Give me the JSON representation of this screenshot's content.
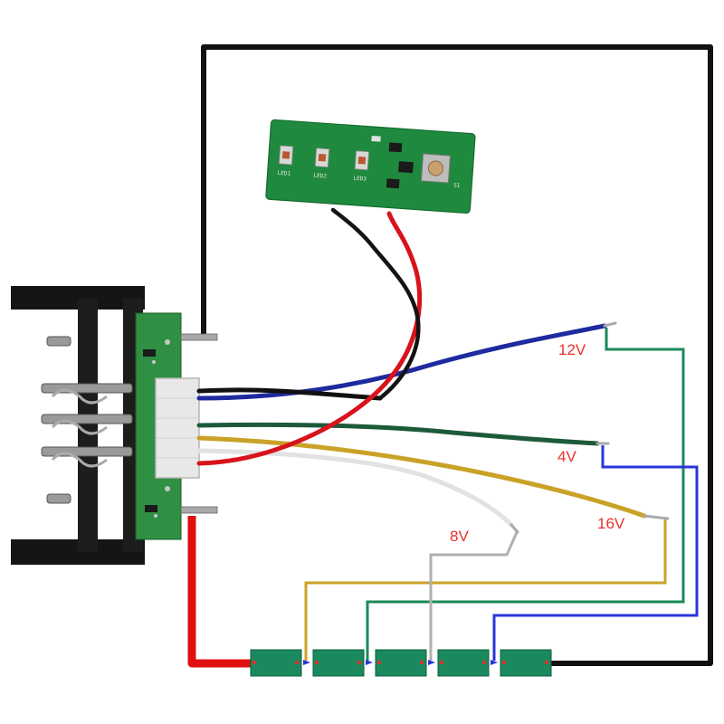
{
  "labels": {
    "v12": "12V",
    "v4": "4V",
    "v16": "16V",
    "v8": "8V"
  },
  "indicator_board": {
    "silk": [
      "LED1",
      "LED2",
      "LED3",
      "S1"
    ]
  },
  "colors": {
    "background": "#ffffff",
    "label_red": "#e8312b",
    "black_wire": "#111111",
    "red_wire": "#d8131b",
    "blue_wire": "#1e2bc8",
    "green_wire": "#138a5a",
    "yellow_wire": "#c9a227",
    "gray_wire": "#b9b9b9",
    "cell_green": "#1a8a5e",
    "pcb_green": "#1f8a3e"
  },
  "cells": {
    "count": 5
  }
}
